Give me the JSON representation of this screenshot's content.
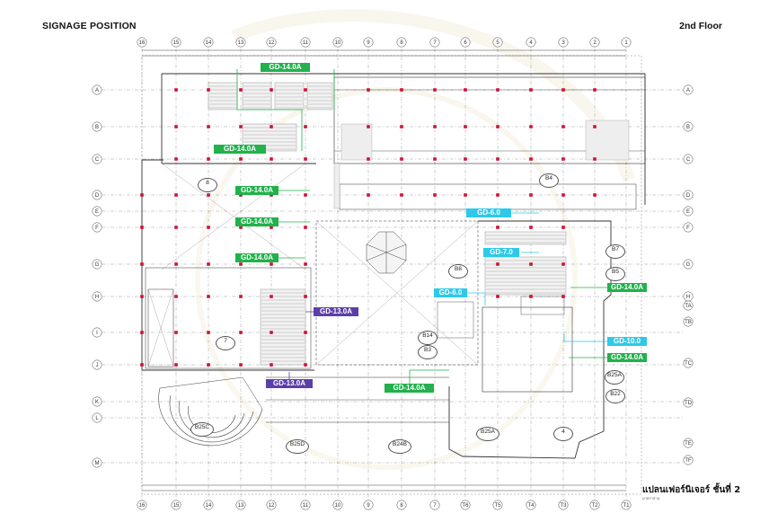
{
  "header": {
    "title": "SIGNAGE POSITION",
    "floor": "2nd  Floor"
  },
  "caption": {
    "title": "แปลนเฟอร์นิเจอร์ ชั้นที่ 2",
    "subtitle": "มาตราส่วน"
  },
  "grid": {
    "top_columns": [
      "16",
      "15",
      "14",
      "13",
      "12",
      "11",
      "10",
      "9",
      "8",
      "7",
      "6",
      "5",
      "4",
      "3",
      "2",
      "1"
    ],
    "bottom_columns": [
      "16",
      "15",
      "14",
      "13",
      "12",
      "11",
      "10",
      "9",
      "8",
      "7",
      "T6",
      "T5",
      "T4",
      "T3",
      "T2",
      "T1"
    ],
    "left_rows": [
      "A",
      "B",
      "C",
      "D",
      "E",
      "F",
      "G",
      "H",
      "I",
      "J",
      "K",
      "L",
      "M"
    ],
    "right_rows": [
      "A",
      "B",
      "C",
      "D",
      "E",
      "F",
      "G",
      "H",
      "TA",
      "TB",
      "TC",
      "TD",
      "TE",
      "TF"
    ]
  },
  "signs": [
    {
      "label": "GD-14.0A",
      "color": "green"
    },
    {
      "label": "GD-14.0A",
      "color": "green"
    },
    {
      "label": "GD-14.0A",
      "color": "green"
    },
    {
      "label": "GD-14.0A",
      "color": "green"
    },
    {
      "label": "GD-14.0A",
      "color": "green"
    },
    {
      "label": "GD-6.0",
      "color": "cyan"
    },
    {
      "label": "GD-7.0",
      "color": "cyan"
    },
    {
      "label": "GD-6.0",
      "color": "cyan"
    },
    {
      "label": "GD-14.0A",
      "color": "green"
    },
    {
      "label": "GD-13.0A",
      "color": "purple"
    },
    {
      "label": "GD-10.0",
      "color": "cyan"
    },
    {
      "label": "GD-14.0A",
      "color": "green"
    },
    {
      "label": "GD-13.0A",
      "color": "purple"
    },
    {
      "label": "GD-14.0A",
      "color": "green"
    }
  ],
  "zones": [
    "B4",
    "B7",
    "B5",
    "B8",
    "B14",
    "B3",
    "B25A",
    "B22",
    "B25A",
    "B25C",
    "B25D",
    "B24B"
  ],
  "bubbles": [
    "8",
    "7",
    "4"
  ],
  "colors": {
    "green": "#22b14c",
    "cyan": "#2ec9e8",
    "purple": "#5b3fa8",
    "column": "#d0103a",
    "line": "#333333"
  }
}
